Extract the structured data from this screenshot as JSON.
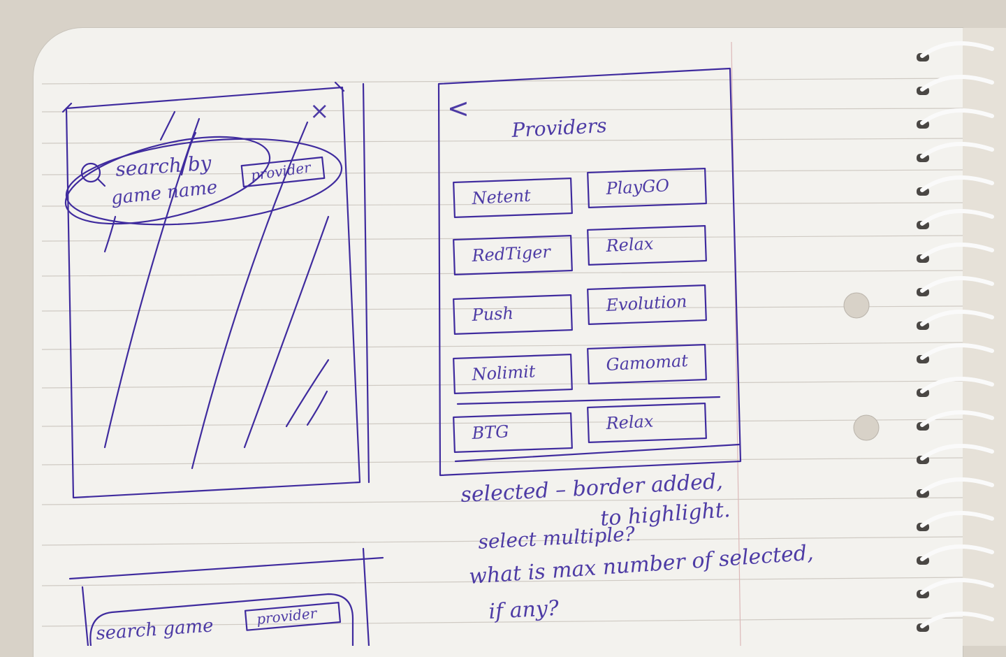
{
  "sketch_left": {
    "close_glyph": "×",
    "search_text_line1": "search by",
    "search_text_line2": "game name",
    "provider_chip": "provider",
    "search_icon": "search-icon"
  },
  "sketch_right": {
    "back_glyph": "<",
    "title": "Providers",
    "providers": [
      "Netent",
      "PlayGO",
      "RedTiger",
      "Relax",
      "Push",
      "Evolution",
      "Nolimit",
      "Gamomat",
      "BTG",
      "Relax"
    ]
  },
  "sketch_bottom": {
    "search_text": "search game",
    "provider_chip": "provider"
  },
  "notes": {
    "line1": "selected – border added,",
    "line2": "to highlight.",
    "line3": "select multiple?",
    "line4": "what is max number of selected,",
    "line5": "if any?"
  },
  "colors": {
    "ink": "#3f2b9e",
    "paper": "#f3f2ee",
    "desk": "#d8d2c8"
  }
}
